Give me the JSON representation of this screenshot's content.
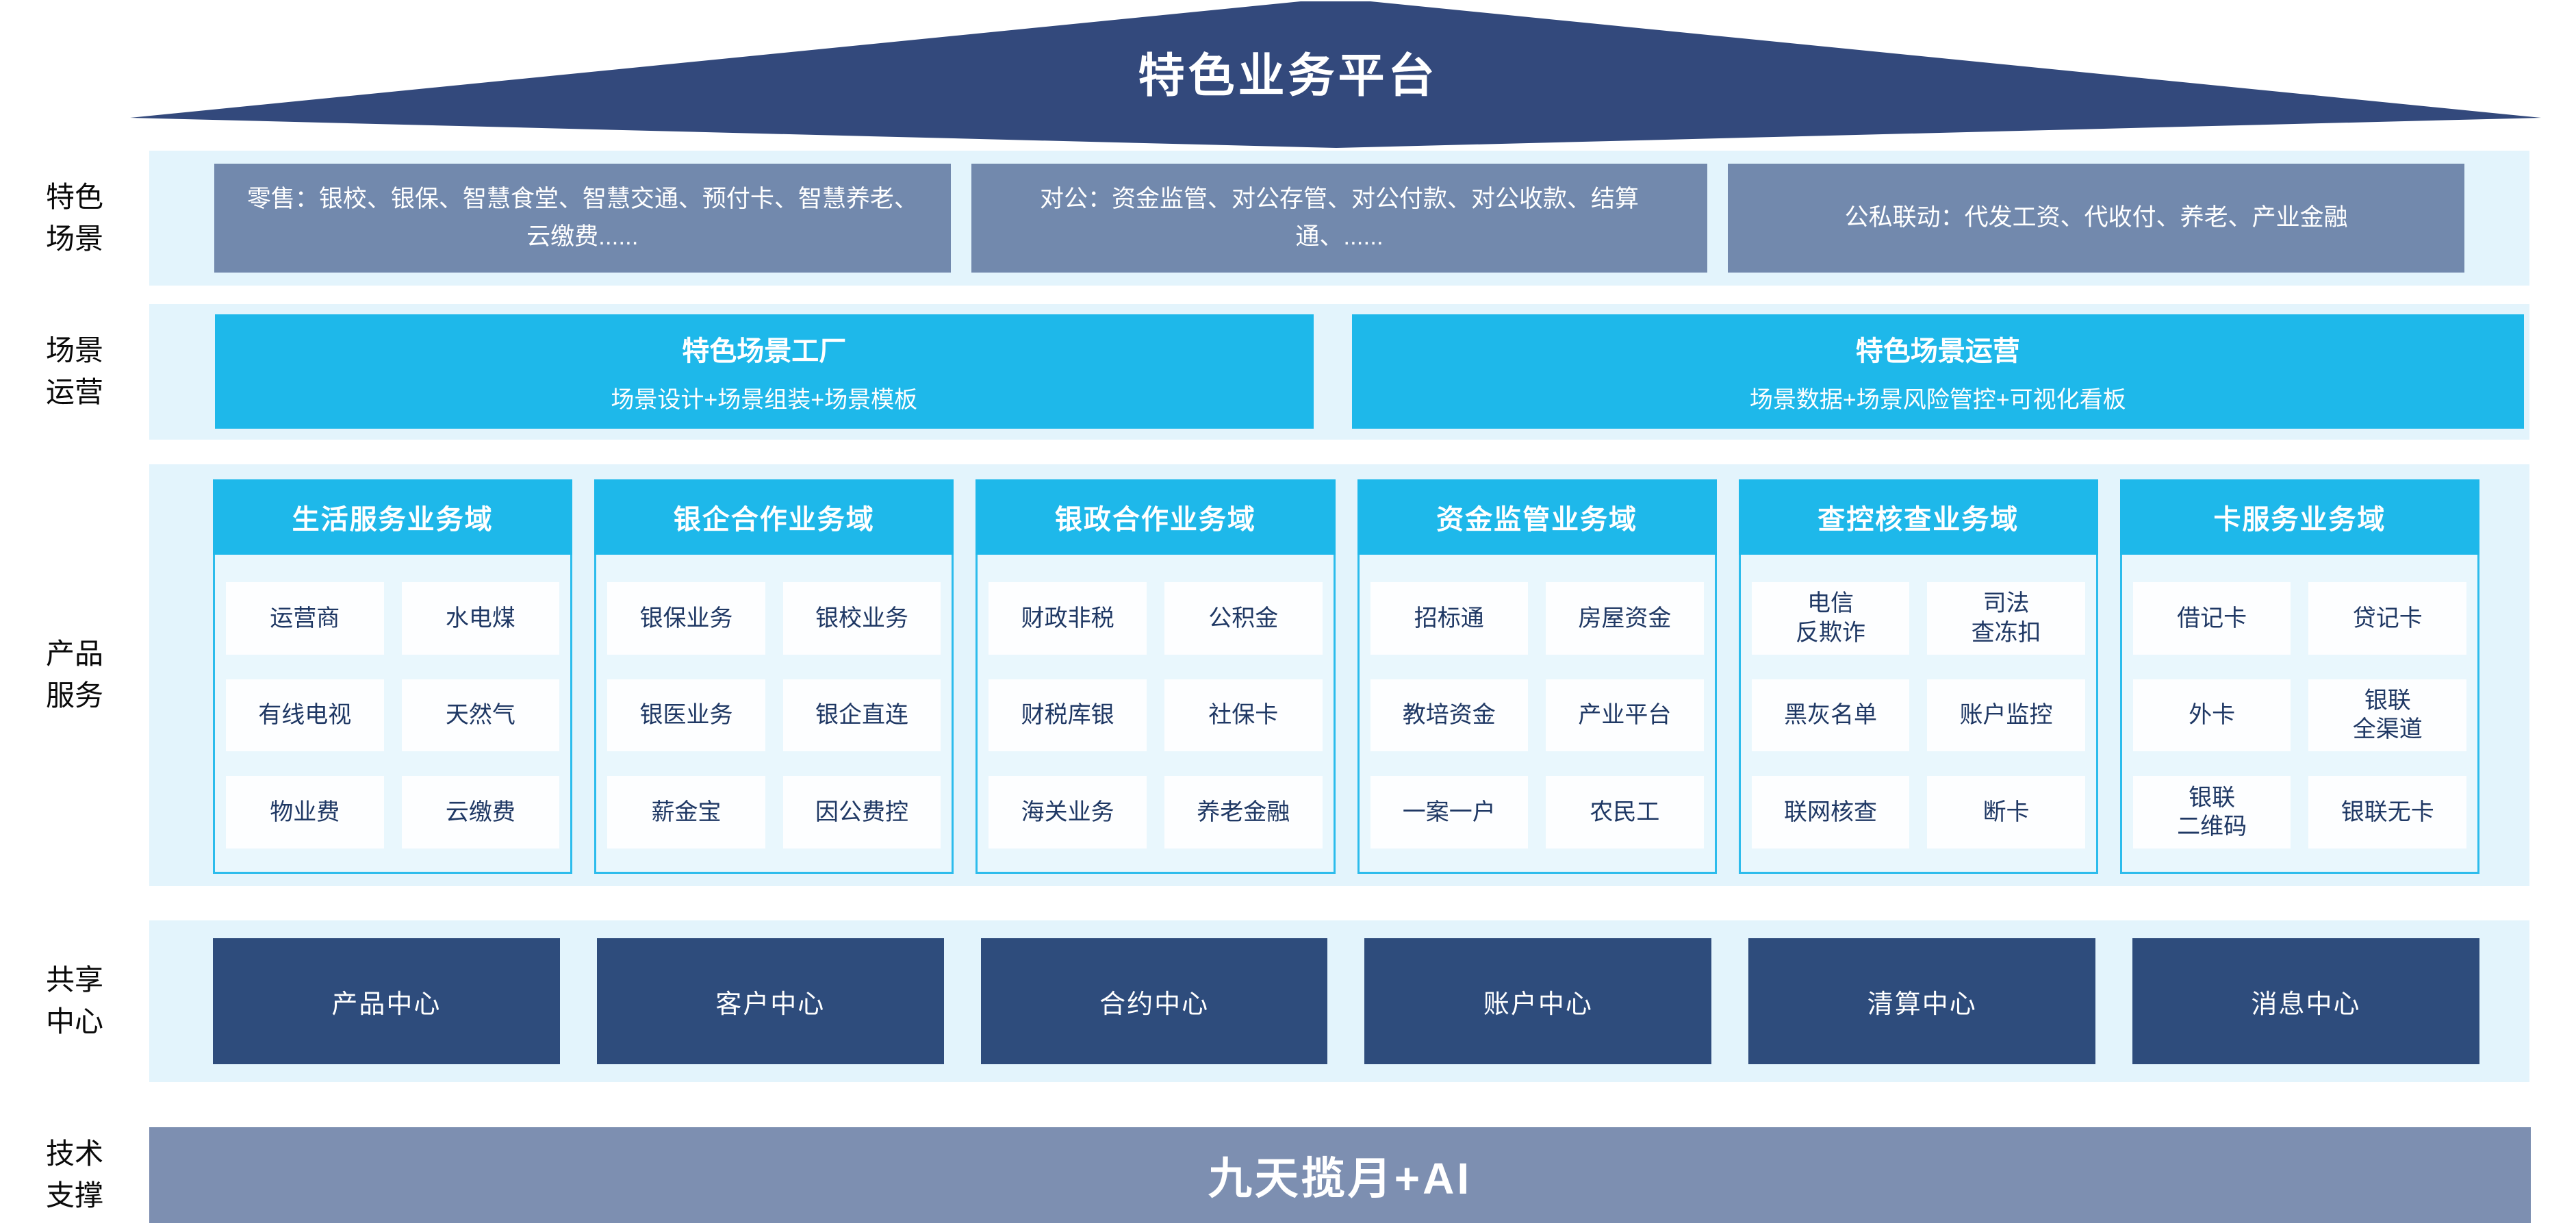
{
  "banner": {
    "title": "特色业务平台"
  },
  "colors": {
    "roof_navy": "#33497c",
    "band_light_blue": "#e3f4fc",
    "scene_gray_blue": "#7289ad",
    "accent_cyan": "#1eb8ea",
    "cell_text_navy": "#1f3864",
    "center_navy": "#2e4c7c",
    "tech_bar_gray": "#7d8fb1"
  },
  "rows": {
    "scenes": {
      "label": "特色\n场景",
      "boxes": [
        "零售：银校、银保、智慧食堂、智慧交通、预付卡、智慧养老、云缴费......",
        "对公：资金监管、对公存管、对公付款、对公收款、结算通、......",
        "公私联动：代发工资、代收付、养老、产业金融"
      ]
    },
    "operations": {
      "label": "场景\n运营",
      "factories": [
        {
          "title": "特色场景工厂",
          "subtitle": "场景设计+场景组装+场景模板"
        },
        {
          "title": "特色场景运营",
          "subtitle": "场景数据+场景风险管控+可视化看板"
        }
      ]
    },
    "products": {
      "label": "产品\n服务",
      "domains": [
        {
          "header": "生活服务业务域",
          "cells": [
            "运营商",
            "水电煤",
            "有线电视",
            "天然气",
            "物业费",
            "云缴费"
          ]
        },
        {
          "header": "银企合作业务域",
          "cells": [
            "银保业务",
            "银校业务",
            "银医业务",
            "银企直连",
            "薪金宝",
            "因公费控"
          ]
        },
        {
          "header": "银政合作业务域",
          "cells": [
            "财政非税",
            "公积金",
            "财税库银",
            "社保卡",
            "海关业务",
            "养老金融"
          ]
        },
        {
          "header": "资金监管业务域",
          "cells": [
            "招标通",
            "房屋资金",
            "教培资金",
            "产业平台",
            "一案一户",
            "农民工"
          ]
        },
        {
          "header": "查控核查业务域",
          "cells": [
            "电信\n反欺诈",
            "司法\n查冻扣",
            "黑灰名单",
            "账户监控",
            "联网核查",
            "断卡"
          ]
        },
        {
          "header": "卡服务业务域",
          "cells": [
            "借记卡",
            "贷记卡",
            "外卡",
            "银联\n全渠道",
            "银联\n二维码",
            "银联无卡"
          ]
        }
      ]
    },
    "shared": {
      "label": "共享\n中心",
      "centers": [
        "产品中心",
        "客户中心",
        "合约中心",
        "账户中心",
        "清算中心",
        "消息中心"
      ]
    },
    "tech": {
      "label": "技术\n支撑",
      "bar": "九天揽月+AI"
    }
  }
}
